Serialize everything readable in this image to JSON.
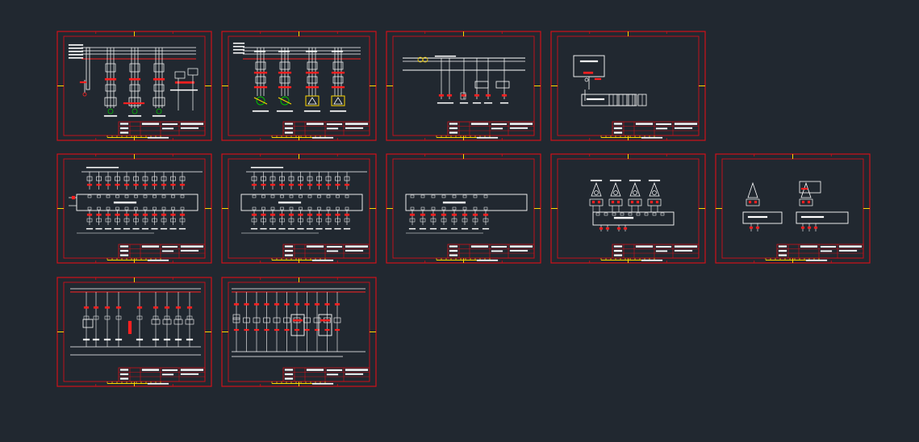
{
  "background_color": "#212830",
  "colors": {
    "frame": "#d0101a",
    "line": "#ffffff",
    "accent_yellow": "#ffd800",
    "accent_green": "#00c000",
    "accent_red": "#ff2020"
  },
  "sheets": [
    {
      "kind": "power-a"
    },
    {
      "kind": "power-b"
    },
    {
      "kind": "one-line"
    },
    {
      "kind": "controller"
    },
    {
      "kind": "plc-io-a"
    },
    {
      "kind": "plc-io-b"
    },
    {
      "kind": "plc-io-c"
    },
    {
      "kind": "sensors-a"
    },
    {
      "kind": "sensors-b"
    },
    {
      "kind": "control-a"
    },
    {
      "kind": "control-b"
    }
  ]
}
